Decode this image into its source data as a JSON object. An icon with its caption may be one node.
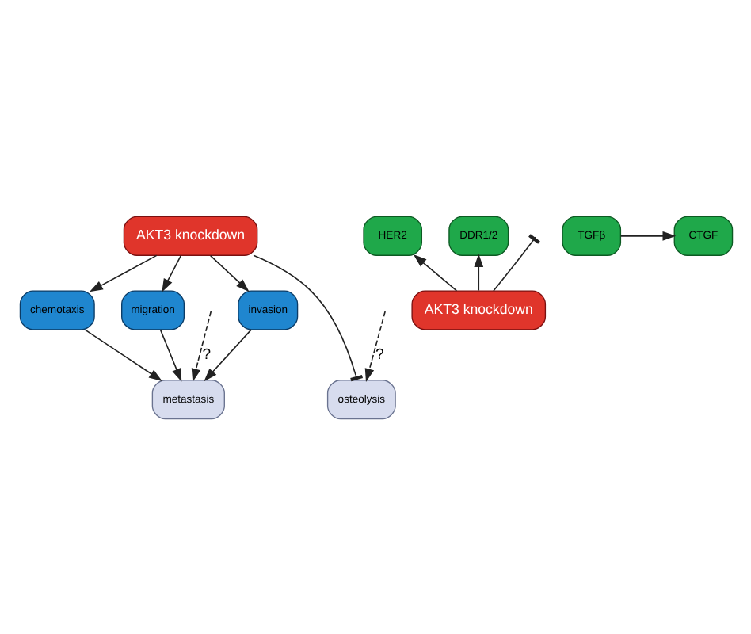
{
  "diagram": {
    "nodes": [
      {
        "text": [
          "AKT3 knockdown"
        ]
      },
      {
        "text": [
          "migration"
        ]
      },
      {
        "text": [
          "invasion"
        ]
      },
      {
        "text": [
          "chemotaxis"
        ]
      },
      {
        "text": [
          "metastasis"
        ]
      },
      {
        "text": [
          "osteolysis"
        ]
      },
      {
        "text": [
          "HER2"
        ]
      },
      {
        "text": [
          "DDR1/2"
        ]
      },
      {
        "text": [
          "CTGF"
        ]
      },
      {
        "text": [
          "TGFβ"
        ]
      },
      {
        "text": [
          "AKT3 knockdown"
        ]
      }
    ],
    "edges": [
      {
        "from": 0,
        "to": 1,
        "arrow": "to"
      },
      {
        "from": 0,
        "to": 2,
        "arrow": "to"
      },
      {
        "from": 0,
        "to": 3,
        "arrow": "to"
      },
      {
        "from": 0,
        "to": 5,
        "arrow": "other"
      },
      {
        "from": 1,
        "to": 4,
        "arrow": "to"
      },
      {
        "from": 2,
        "to": 4,
        "arrow": "to"
      },
      {
        "from": 3,
        "to": 4,
        "arrow": "to"
      },
      {
        "from": null,
        "to": 4,
        "arrow": "to",
        "style": "dashed",
        "label": "?"
      },
      {
        "from": null,
        "to": 5,
        "arrow": "to",
        "style": "dashed",
        "label": "?"
      },
      {
        "from": 10,
        "to": 6,
        "arrow": "to"
      },
      {
        "from": 10,
        "to": 7,
        "arrow": "to"
      },
      {
        "from": 9,
        "to": 8,
        "arrow": "to"
      },
      {
        "from": 10,
        "to": null,
        "arrow": "other"
      }
    ]
  }
}
